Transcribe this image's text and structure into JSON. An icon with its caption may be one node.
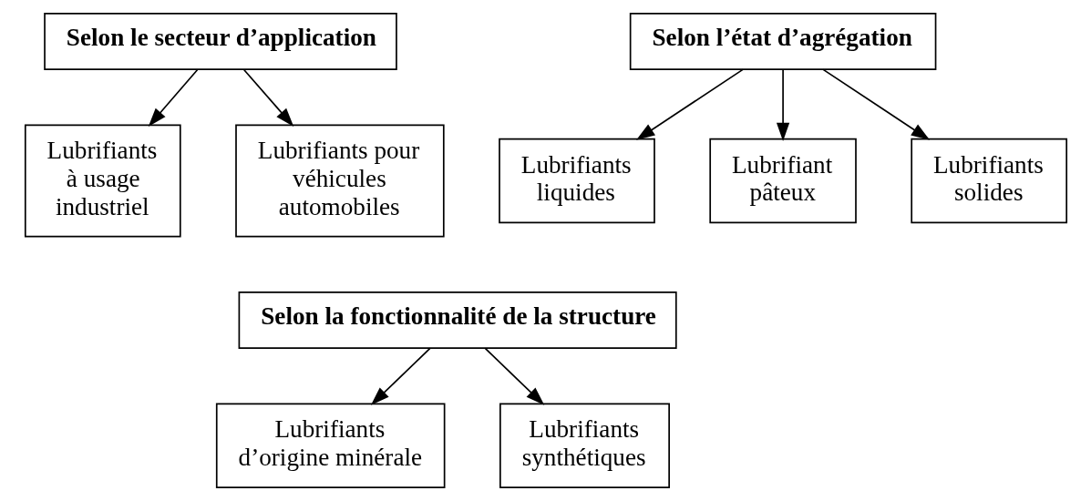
{
  "diagram": {
    "nodes": [
      {
        "text": [
          "Selon le secteur d’application"
        ]
      },
      {
        "text": [
          "Lubrifiants à usage industriel"
        ]
      },
      {
        "text": [
          "Lubrifiants pour véhicules automobiles"
        ]
      },
      {
        "text": [
          "Selon l’état d’agrégation"
        ]
      },
      {
        "text": [
          "Lubrifiants liquides"
        ]
      },
      {
        "text": [
          "Lubrifiant pâteux"
        ]
      },
      {
        "text": [
          "Lubrifiants solides"
        ]
      },
      {
        "text": [
          "Selon la fonctionnalité de la structure"
        ]
      },
      {
        "text": [
          "Lubrifiants d’origine minérale"
        ]
      },
      {
        "text": [
          "Lubrifiants synthétiques"
        ]
      }
    ],
    "edges": [
      {
        "from": 0,
        "to": 1,
        "arrow": "to"
      },
      {
        "from": 0,
        "to": 2,
        "arrow": "to"
      },
      {
        "from": 3,
        "to": 4,
        "arrow": "to"
      },
      {
        "from": 3,
        "to": 5,
        "arrow": "to"
      },
      {
        "from": 3,
        "to": 6,
        "arrow": "to"
      },
      {
        "from": 7,
        "to": 8,
        "arrow": "to"
      },
      {
        "from": 7,
        "to": 9,
        "arrow": "to"
      }
    ]
  }
}
